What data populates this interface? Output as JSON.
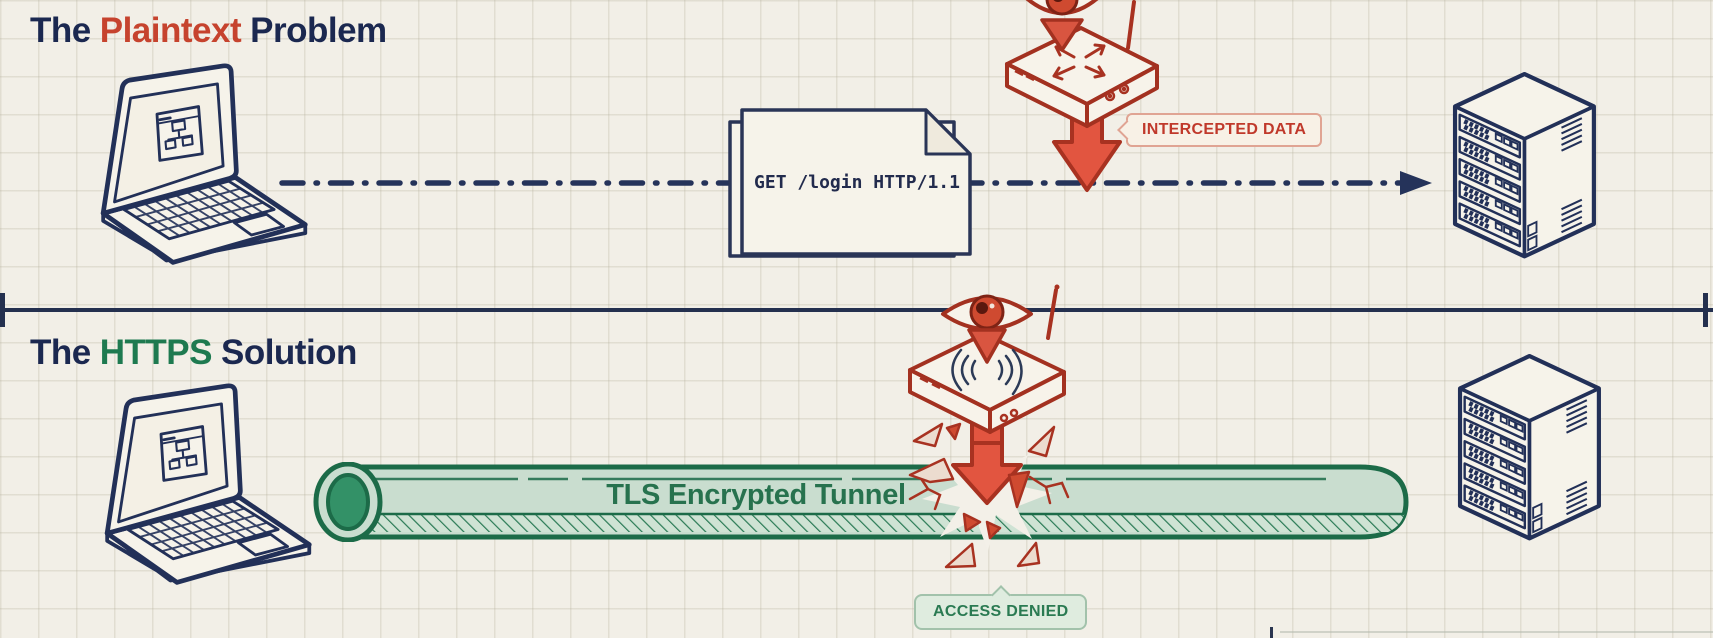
{
  "palette": {
    "background": "#f2efe7",
    "grid_line": "#cfcab8",
    "ink_navy": "#22305a",
    "accent_red": "#c6432e",
    "accent_green": "#1e7a50",
    "arrow_red_fill": "#e25540",
    "arrow_red_outline": "#a83221",
    "tunnel_fill": "#c9ddcf",
    "tunnel_outline": "#1c6b48",
    "paper_fill": "#f6f3ea"
  },
  "sections": {
    "plaintext": {
      "title": {
        "lead": "The",
        "highlight": "Plaintext",
        "tail": "Problem"
      },
      "packet_label": "GET /login HTTP/1.1",
      "intercepted_label": "INTERCEPTED DATA"
    },
    "https": {
      "title": {
        "lead": "The",
        "highlight": "HTTPS",
        "tail": "Solution"
      },
      "tunnel_label": "TLS Encrypted Tunnel",
      "denied_label": "ACCESS DENIED"
    }
  },
  "icons": {
    "client": "laptop-icon",
    "destination": "server-rack-icon",
    "attacker_eye": "eavesdropper-eye-icon",
    "attacker_device": "wifi-router-icon",
    "plain_flow": "dash-dot-arrow-line",
    "intercept_arrow": "red-intercept-arrow",
    "blocked_arrow": "shattered-red-arrow"
  }
}
